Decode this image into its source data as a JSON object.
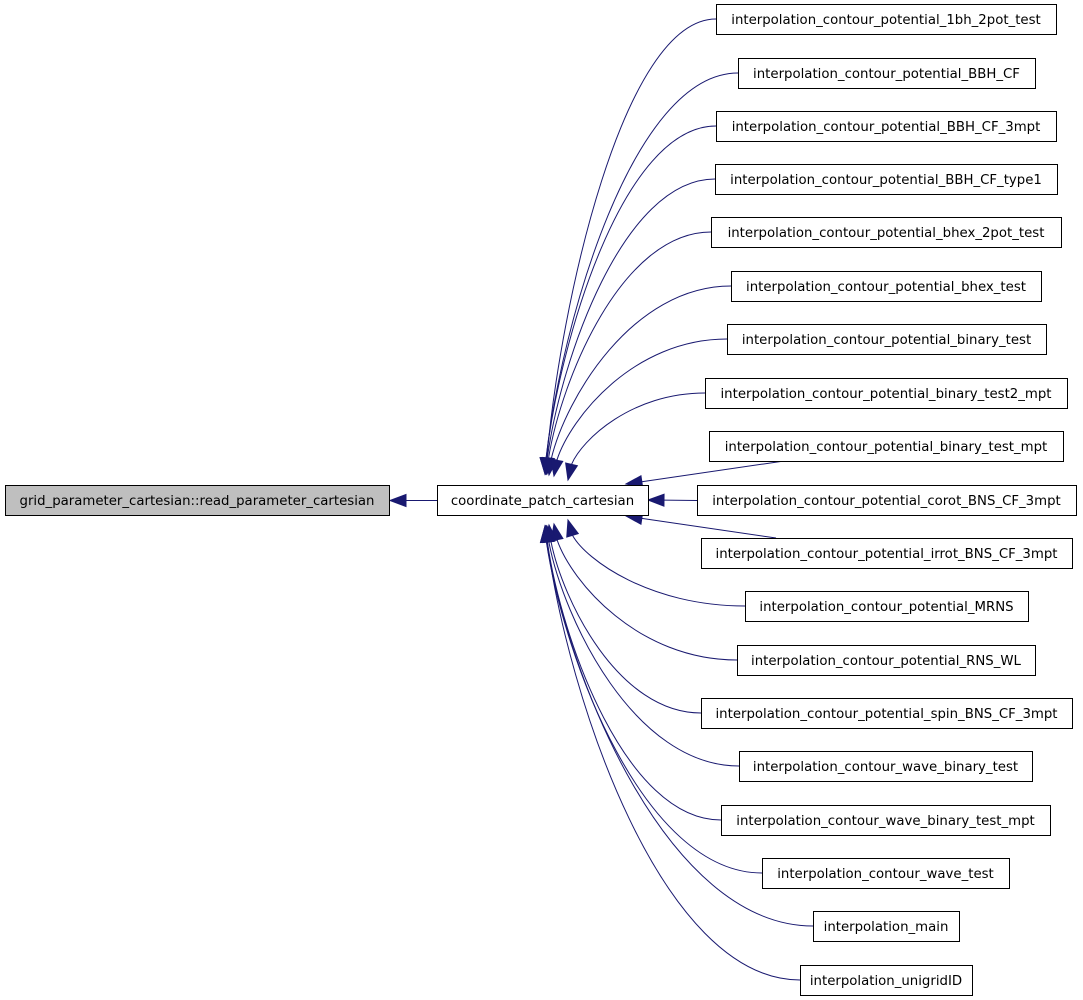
{
  "colors": {
    "edge": "#191970",
    "node_border": "#000000",
    "focus_fill": "#bfbfbf",
    "node_fill": "#ffffff",
    "background": "#ffffff"
  },
  "focus_node": {
    "id": "n0",
    "label": "grid_parameter_cartesian::read_parameter_cartesian"
  },
  "hub_node": {
    "id": "n1",
    "label": "coordinate_patch_cartesian"
  },
  "caller_nodes": [
    {
      "id": "c0",
      "label": "interpolation_contour_potential_1bh_2pot_test"
    },
    {
      "id": "c1",
      "label": "interpolation_contour_potential_BBH_CF"
    },
    {
      "id": "c2",
      "label": "interpolation_contour_potential_BBH_CF_3mpt"
    },
    {
      "id": "c3",
      "label": "interpolation_contour_potential_BBH_CF_type1"
    },
    {
      "id": "c4",
      "label": "interpolation_contour_potential_bhex_2pot_test"
    },
    {
      "id": "c5",
      "label": "interpolation_contour_potential_bhex_test"
    },
    {
      "id": "c6",
      "label": "interpolation_contour_potential_binary_test"
    },
    {
      "id": "c7",
      "label": "interpolation_contour_potential_binary_test2_mpt"
    },
    {
      "id": "c8",
      "label": "interpolation_contour_potential_binary_test_mpt"
    },
    {
      "id": "c9",
      "label": "interpolation_contour_potential_corot_BNS_CF_3mpt"
    },
    {
      "id": "c10",
      "label": "interpolation_contour_potential_irrot_BNS_CF_3mpt"
    },
    {
      "id": "c11",
      "label": "interpolation_contour_potential_MRNS"
    },
    {
      "id": "c12",
      "label": "interpolation_contour_potential_RNS_WL"
    },
    {
      "id": "c13",
      "label": "interpolation_contour_potential_spin_BNS_CF_3mpt"
    },
    {
      "id": "c14",
      "label": "interpolation_contour_wave_binary_test"
    },
    {
      "id": "c15",
      "label": "interpolation_contour_wave_binary_test_mpt"
    },
    {
      "id": "c16",
      "label": "interpolation_contour_wave_test"
    },
    {
      "id": "c17",
      "label": "interpolation_main"
    },
    {
      "id": "c18",
      "label": "interpolation_unigridID"
    }
  ],
  "edges": [
    {
      "from": "n1",
      "to": "n0"
    },
    {
      "from": "c0",
      "to": "n1"
    },
    {
      "from": "c1",
      "to": "n1"
    },
    {
      "from": "c2",
      "to": "n1"
    },
    {
      "from": "c3",
      "to": "n1"
    },
    {
      "from": "c4",
      "to": "n1"
    },
    {
      "from": "c5",
      "to": "n1"
    },
    {
      "from": "c6",
      "to": "n1"
    },
    {
      "from": "c7",
      "to": "n1"
    },
    {
      "from": "c8",
      "to": "n1"
    },
    {
      "from": "c9",
      "to": "n1"
    },
    {
      "from": "c10",
      "to": "n1"
    },
    {
      "from": "c11",
      "to": "n1"
    },
    {
      "from": "c12",
      "to": "n1"
    },
    {
      "from": "c13",
      "to": "n1"
    },
    {
      "from": "c14",
      "to": "n1"
    },
    {
      "from": "c15",
      "to": "n1"
    },
    {
      "from": "c16",
      "to": "n1"
    },
    {
      "from": "c17",
      "to": "n1"
    },
    {
      "from": "c18",
      "to": "n1"
    }
  ]
}
